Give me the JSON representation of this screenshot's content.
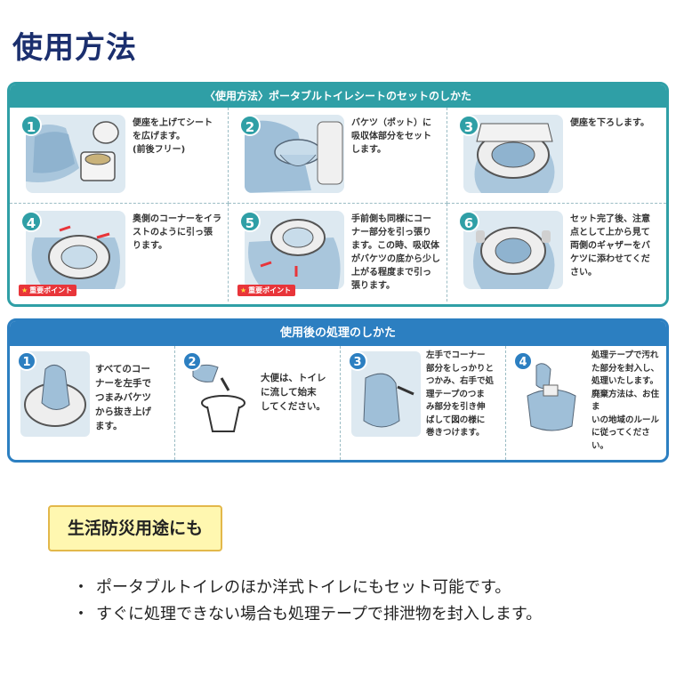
{
  "page_title": "使用方法",
  "setup": {
    "header": "〈使用方法〉ポータブルトイレシートのセットのしかた",
    "steps": [
      {
        "num": "1",
        "text": "便座を上げてシート\nを広げます。\n(前後フリー)"
      },
      {
        "num": "2",
        "text": "バケツ（ポット）に\n吸収体部分をセット\nします。"
      },
      {
        "num": "3",
        "text": "便座を下ろします。"
      },
      {
        "num": "4",
        "text": "奥側のコーナーをイラ\nストのように引っ張\nります。",
        "badge": "重要ポイント"
      },
      {
        "num": "5",
        "text": "手前側も同様にコー\nナー部分を引っ張り\nます。この時、吸収体\nがバケツの底から少し\n上がる程度まで引っ\n張ります。",
        "badge": "重要ポイント"
      },
      {
        "num": "6",
        "text": "セット完了後、注意\n点として上から見て\n両側のギャザーをバ\nケツに添わせてくだ\nさい。"
      }
    ]
  },
  "disposal": {
    "header": "使用後の処理のしかた",
    "steps": [
      {
        "num": "1",
        "text": "すべてのコー\nナーを左手で\nつまみバケツ\nから抜き上げ\nます。"
      },
      {
        "num": "2",
        "text": "大便は、トイレ\nに流して始末\nしてください。"
      },
      {
        "num": "3",
        "text": "左手でコーナー\n部分をしっかりと\nつかみ、右手で処\n理テープのつま\nみ部分を引き伸\nばして図の様に\n巻きつけます。"
      },
      {
        "num": "4",
        "text": "処理テープで汚れ\nた部分を封入し、\n処理いたします。\n廃棄方法は、お住ま\nいの地域のルール\nに従ってください。"
      }
    ]
  },
  "tag_label": "生活防災用途にも",
  "bullets": [
    "ポータブルトイレのほか洋式トイレにもセット可能です。",
    "すぐに処理できない場合も処理テープで排泄物を封入します。"
  ],
  "colors": {
    "teal": "#2f9fa6",
    "blue": "#2c7fc1",
    "title": "#1b2f6e",
    "badge": "#e8353a"
  }
}
